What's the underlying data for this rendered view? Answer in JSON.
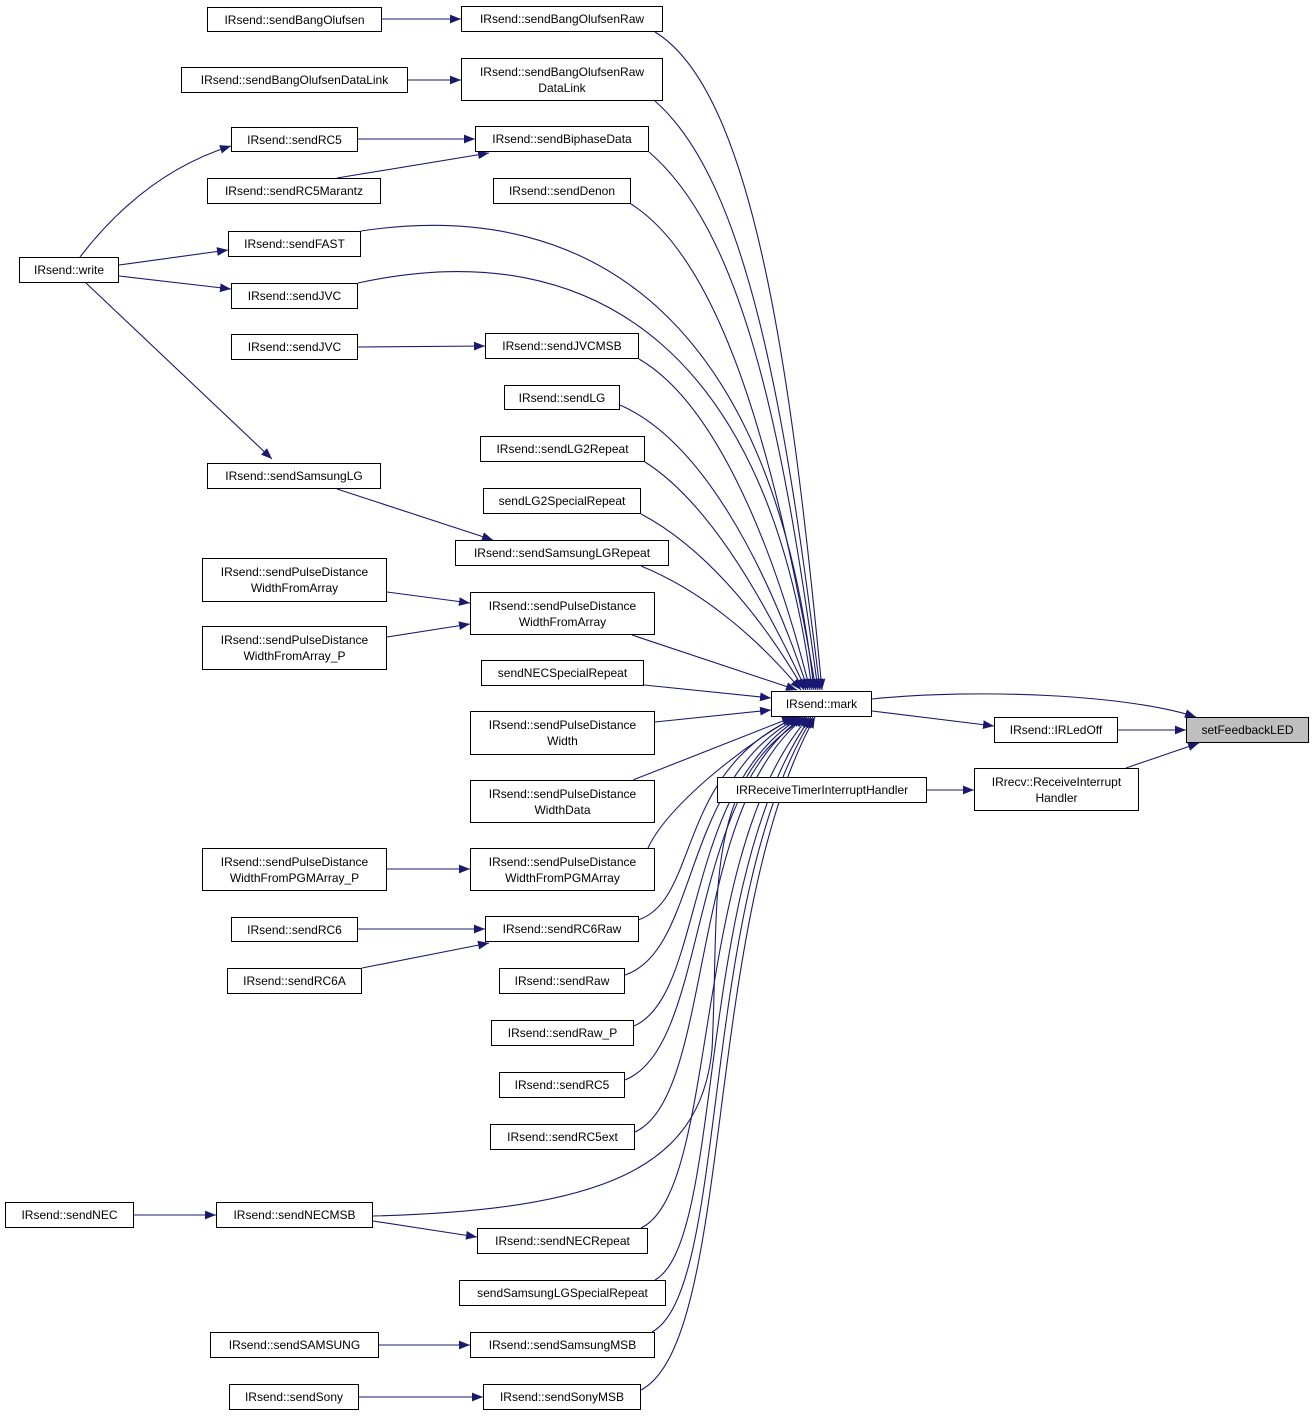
{
  "colors": {
    "edge": "#191970",
    "node_border": "#000000",
    "node_fill": "#ffffff",
    "highlight_fill": "#bfbfbf"
  },
  "nodes": {
    "n01": "IRsend::sendBangOlufsen",
    "n02": "IRsend::sendBangOlufsenDataLink",
    "n03": "IRsend::sendRC5",
    "n04": "IRsend::sendRC5Marantz",
    "n05": "IRsend::write",
    "n06": "IRsend::sendJVC",
    "n07": "IRsend::sendSamsungLG",
    "n08": "IRsend::sendPulseDistance\nWidthFromArray",
    "n09": "IRsend::sendPulseDistance\nWidthFromArray_P",
    "n10": "IRsend::sendPulseDistance\nWidthFromPGMArray_P",
    "n11": "IRsend::sendRC6",
    "n12": "IRsend::sendRC6A",
    "n13": "IRsend::sendNEC",
    "n14": "IRsend::sendSAMSUNG",
    "n15": "IRsend::sendSony",
    "m01": "IRsend::sendBangOlufsenRaw",
    "m02": "IRsend::sendBangOlufsenRaw\nDataLink",
    "m03": "IRsend::sendBiphaseData",
    "m04": "IRsend::sendDenon",
    "m05": "IRsend::sendFAST",
    "m06": "IRsend::sendJVC",
    "m07": "IRsend::sendJVCMSB",
    "m08": "IRsend::sendLG",
    "m09": "IRsend::sendLG2Repeat",
    "m10": "sendLG2SpecialRepeat",
    "m11": "IRsend::sendSamsungLGRepeat",
    "m12": "IRsend::sendPulseDistance\nWidthFromArray",
    "m13": "sendNECSpecialRepeat",
    "m14": "IRsend::sendPulseDistance\nWidth",
    "m15": "IRsend::sendPulseDistance\nWidthData",
    "m16": "IRsend::sendPulseDistance\nWidthFromPGMArray",
    "m17": "IRsend::sendRC6Raw",
    "m18": "IRsend::sendRaw",
    "m19": "IRsend::sendRaw_P",
    "m20": "IRsend::sendRC5",
    "m21": "IRsend::sendRC5ext",
    "m22": "IRsend::sendNECMSB",
    "m23": "IRsend::sendNECRepeat",
    "m24": "sendSamsungLGSpecialRepeat",
    "m25": "IRsend::sendSamsungMSB",
    "m26": "IRsend::sendSonyMSB",
    "mark": "IRsend::mark",
    "timer": "IRReceiveTimerInterruptHandler",
    "ledoff": "IRsend::IRLedOff",
    "recv": "IRrecv::ReceiveInterrupt\nHandler",
    "target": "setFeedbackLED"
  }
}
